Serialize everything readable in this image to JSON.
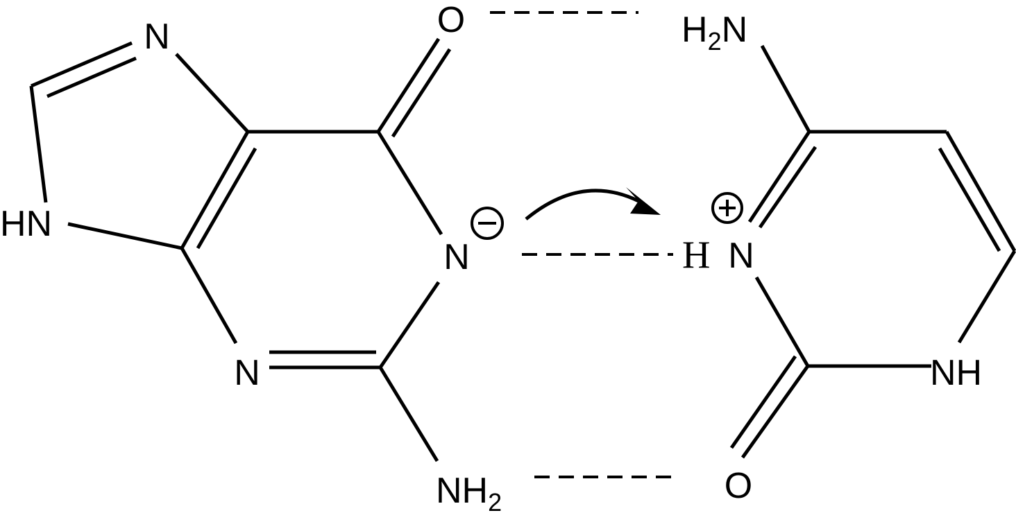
{
  "left_molecule": {
    "atoms": {
      "n_imidazole_top": "N",
      "hn_imidazole": "HN",
      "o_carbonyl": "O",
      "n_anion": "N",
      "n_ring_bottom": "N",
      "nh2_bottom": {
        "main": "NH",
        "sub": "2"
      }
    },
    "charge": "−"
  },
  "right_molecule": {
    "atoms": {
      "h2n_top": {
        "sub": "2",
        "pre": "H",
        "post": "N"
      },
      "h_proton": "H",
      "n_cation": "N",
      "nh_ring": "NH",
      "o_carbonyl": "O"
    },
    "charge": "+"
  },
  "colors": {
    "ink": "#000000",
    "background": "#ffffff"
  }
}
